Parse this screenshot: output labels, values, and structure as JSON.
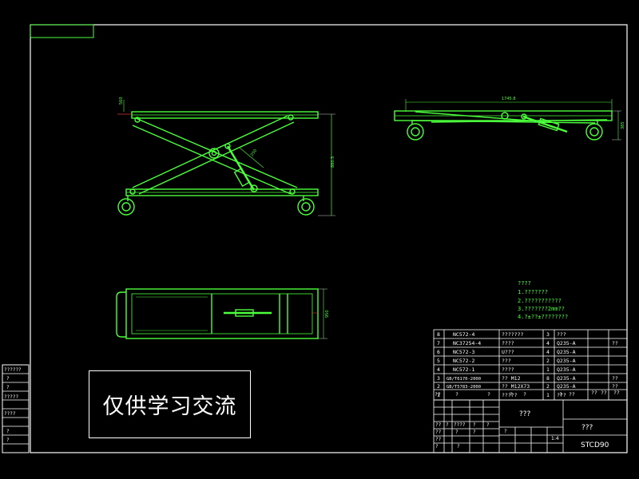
{
  "drawing": {
    "watermark": "仅供学习交流",
    "dim_total_length": "1745.8",
    "dim_top_width": "950",
    "dim_height": "880.5",
    "dim_side_height": "385",
    "dim_small_a": "560",
    "dim_small_b": "250",
    "notes": [
      "????",
      "1.???????",
      "2.???????????",
      "3.???????2mm??",
      "4.?±??±????????"
    ],
    "bom": [
      {
        "no": "8",
        "code": "NC572-4",
        "name": "???????",
        "qty": "3",
        "material": "???",
        "note": ""
      },
      {
        "no": "7",
        "code": "NC37254-4",
        "name": "????",
        "qty": "4",
        "material": "Q235-A",
        "note": "??"
      },
      {
        "no": "6",
        "code": "NC572-3",
        "name": "U???",
        "qty": "4",
        "material": "Q235-A",
        "note": ""
      },
      {
        "no": "5",
        "code": "NC572-2",
        "name": "???",
        "qty": "2",
        "material": "Q235-A",
        "note": ""
      },
      {
        "no": "4",
        "code": "NC572-1",
        "name": "????",
        "qty": "1",
        "material": "Q235-A",
        "note": ""
      },
      {
        "no": "3",
        "code": "GB/T6170-2000",
        "name": "?? M12",
        "qty": "8",
        "material": "Q235-A",
        "note": "??"
      },
      {
        "no": "2",
        "code": "GB/T5783-2000",
        "name": "?? M12X73",
        "qty": "2",
        "material": "Q235-A",
        "note": "??"
      },
      {
        "no": "1",
        "code": "",
        "name": "?????",
        "qty": "1",
        "material": "???",
        "note": ""
      }
    ],
    "bom_header": [
      "??",
      "?",
      "?",
      "?",
      "?",
      "??",
      "?",
      "??",
      "??",
      "??"
    ],
    "title_name": "???",
    "title_company": "???",
    "drawing_no": "STCD90",
    "scale": "1:4",
    "side_labels": [
      "??????",
      "?",
      "?",
      "?????",
      "????",
      "?",
      "?"
    ],
    "tb_small": [
      "??",
      "?",
      "????",
      "?",
      "?",
      "?",
      "??",
      "?",
      "?",
      "??",
      "?",
      "?"
    ]
  }
}
